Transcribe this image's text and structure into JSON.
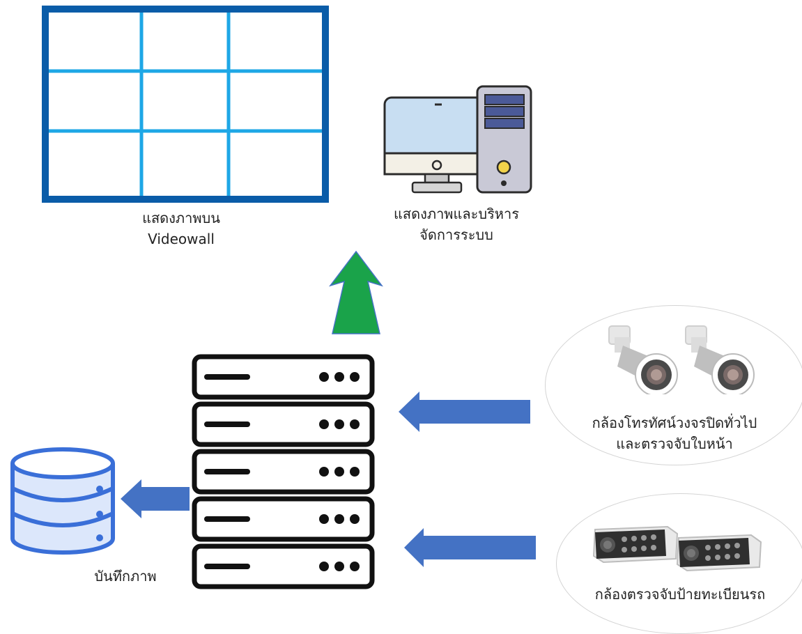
{
  "videowall": {
    "label_line1": "แสดงภาพบน",
    "label_line2": "Videowall"
  },
  "workstation": {
    "label_line1": "แสดงภาพและบริหาร",
    "label_line2": "จัดการระบบ"
  },
  "storage": {
    "label": "บันทึกภาพ"
  },
  "cctv_cameras": {
    "label_line1": "กล้องโทรทัศน์วงจรปิดทั่วไป",
    "label_line2": "และตรวจจับใบหน้า"
  },
  "lpr_cameras": {
    "label": "กล้องตรวจจับป้ายทะเบียนรถ"
  },
  "server_rack": {
    "unit_count": 5
  },
  "icons": {
    "videowall": "videowall-grid-icon",
    "workstation": "desktop-computer-icon",
    "server": "server-rack-icon",
    "database": "database-icon",
    "cctv": "bullet-camera-icon",
    "lpr": "lpr-camera-icon"
  },
  "colors": {
    "videowall_frame": "#0a5ca8",
    "videowall_grid": "#1ea7e6",
    "up_arrow": "#1aa34a",
    "side_arrows": "#4472c4",
    "database": "#3a6fd8",
    "server_outline": "#111111"
  }
}
